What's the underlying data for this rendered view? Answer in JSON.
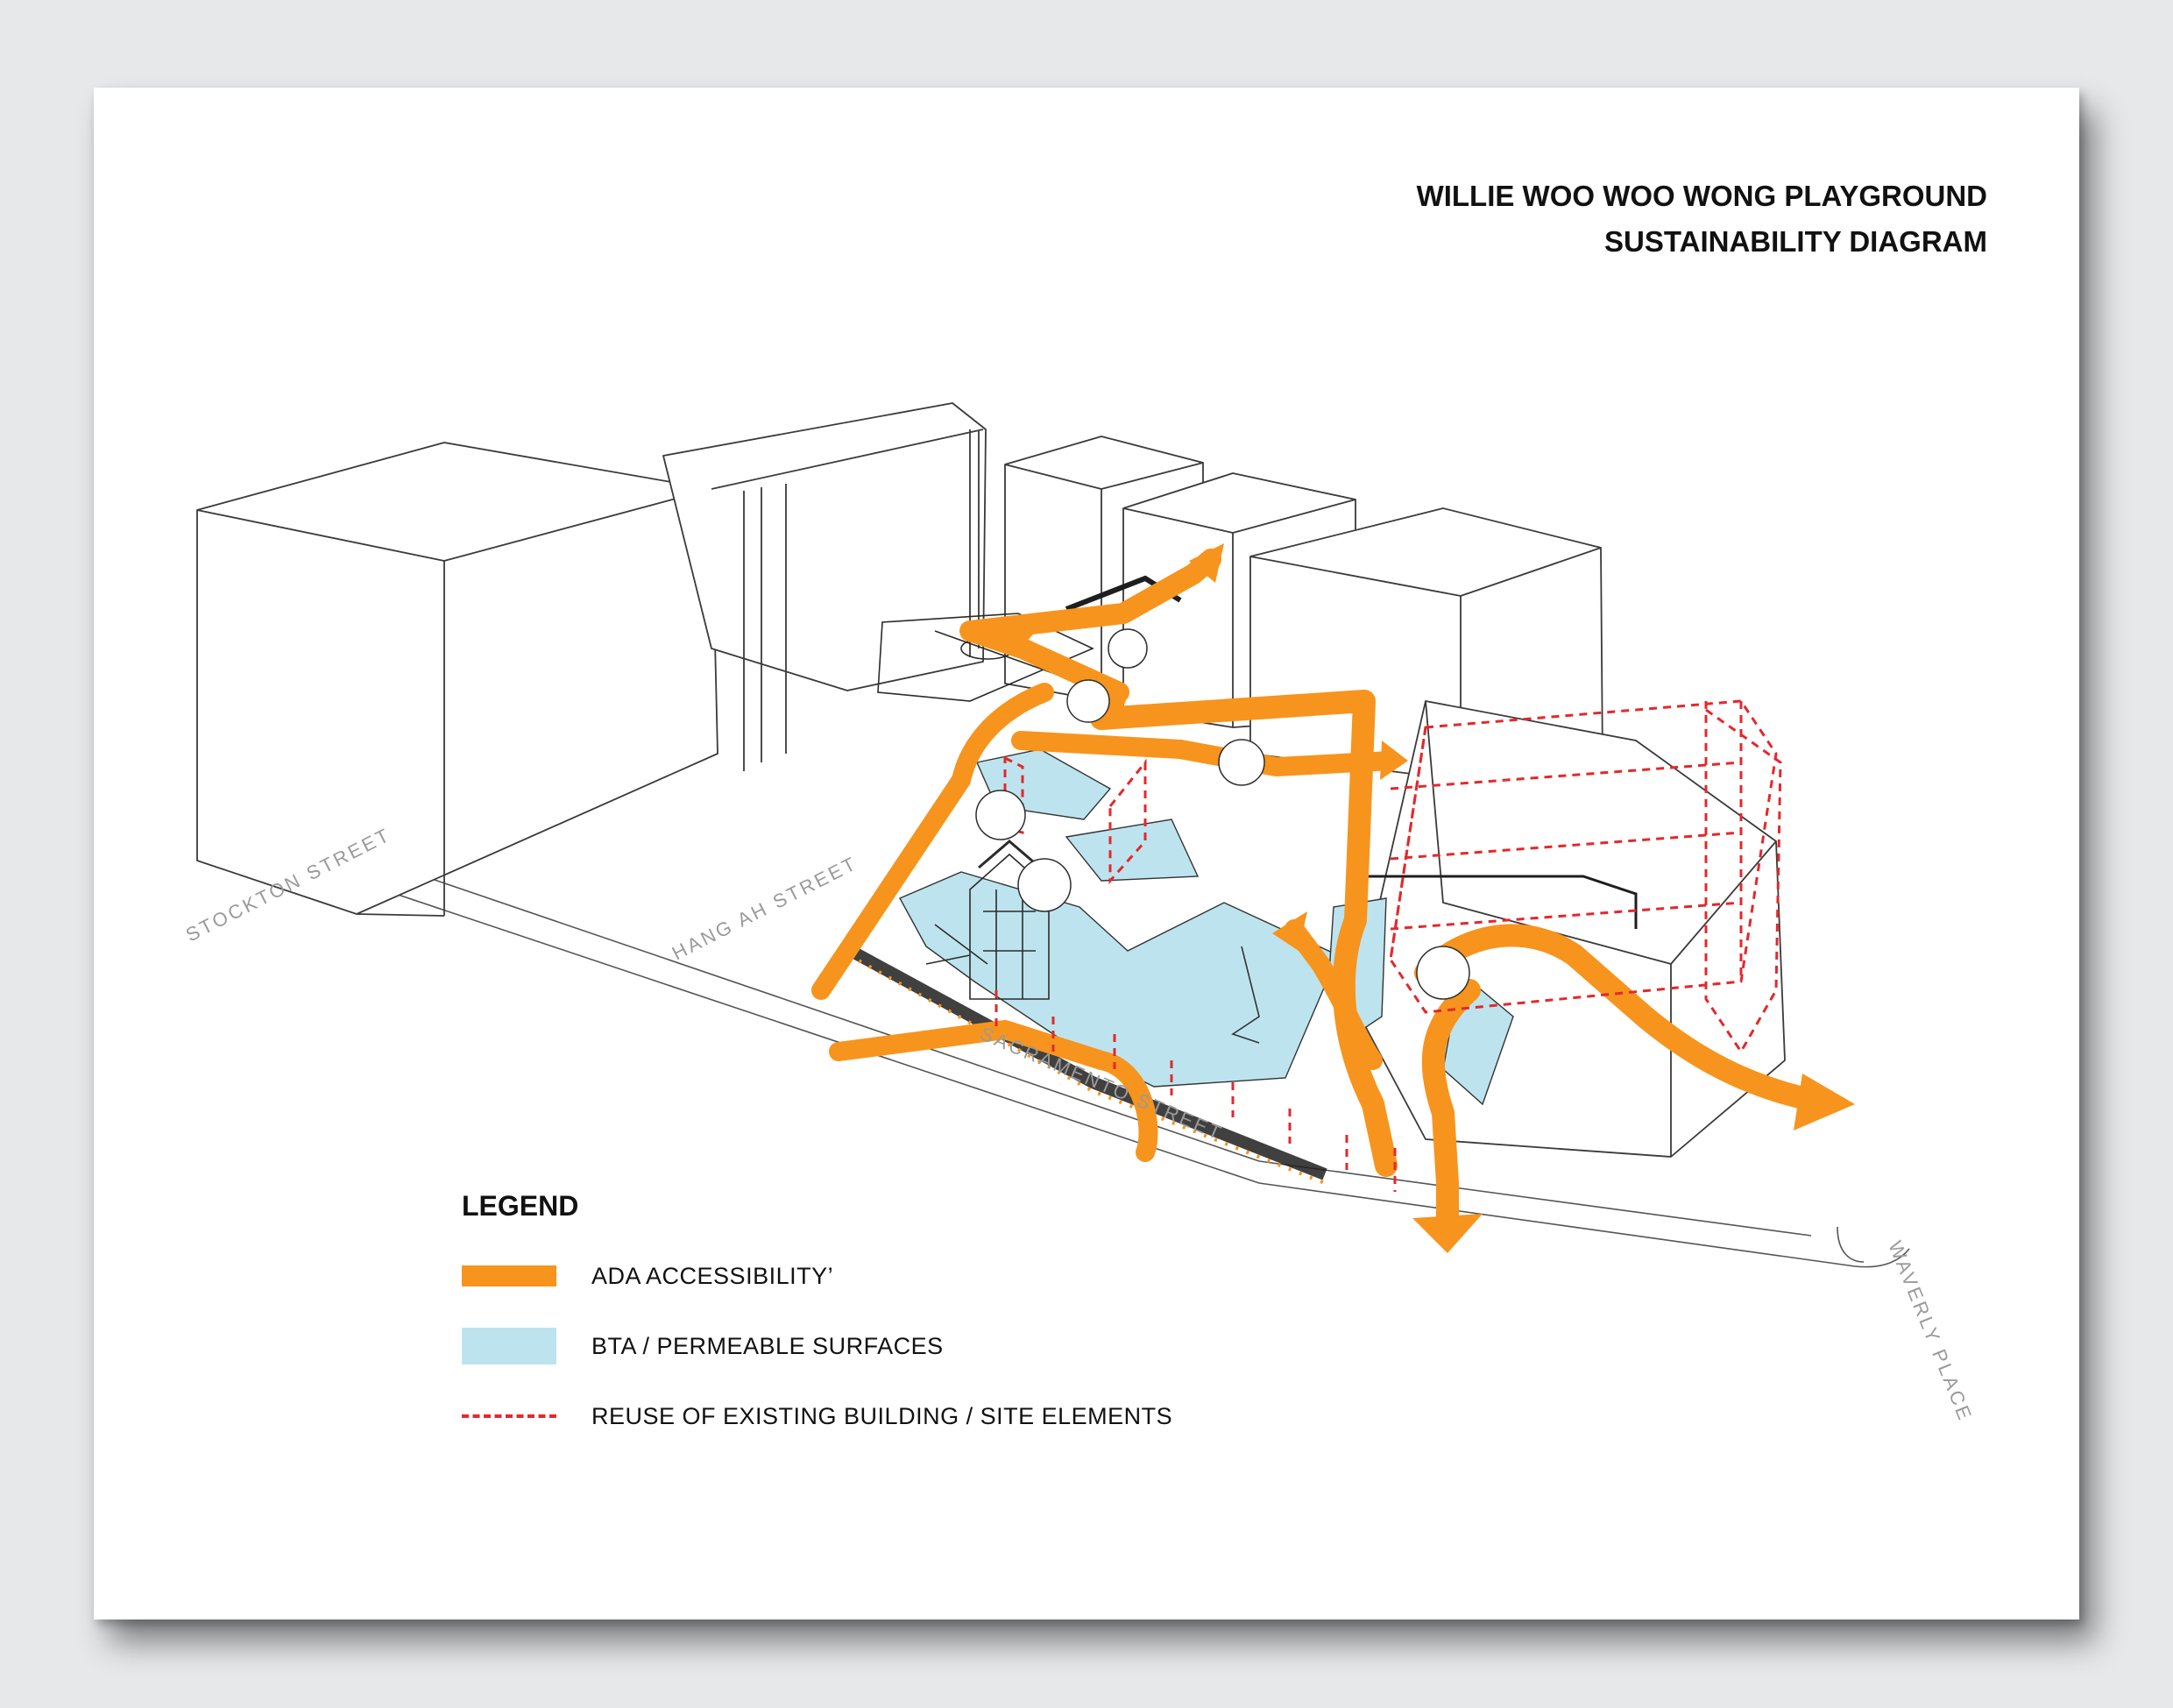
{
  "title": {
    "line1": "WILLIE WOO WOO WONG PLAYGROUND",
    "line2": "SUSTAINABILITY DIAGRAM"
  },
  "streets": {
    "stockton": "STOCKTON STREET",
    "hang_ah": "HANG AH STREET",
    "sacramento": "SACRAMENTO STREET",
    "waverly": "WAVERLY PLACE"
  },
  "legend": {
    "title": "LEGEND",
    "items": [
      {
        "label": "ADA ACCESSIBILITY’",
        "color": "#f7941d",
        "style": "solid-bar"
      },
      {
        "label": "BTA / PERMEABLE SURFACES",
        "color": "#bde4ee",
        "style": "fill"
      },
      {
        "label": "REUSE OF EXISTING BUILDING / SITE ELEMENTS",
        "color": "#e3282d",
        "style": "dashed-line"
      }
    ]
  },
  "colors": {
    "ada": "#f7941d",
    "permeable": "#bde4ee",
    "reuse": "#e3282d",
    "linework": "#444444"
  }
}
